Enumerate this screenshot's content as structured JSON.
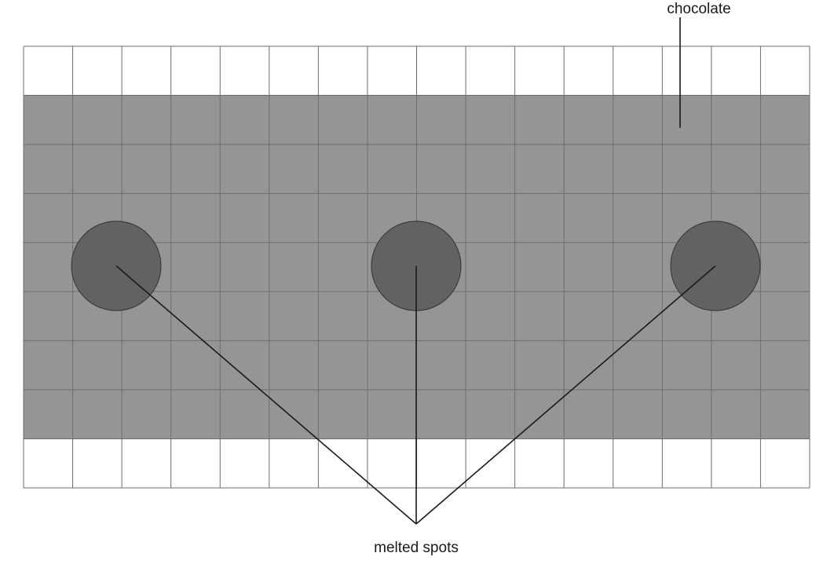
{
  "labels": {
    "chocolate": "chocolate",
    "melted_spots": "melted spots"
  },
  "grid": {
    "columns": 16,
    "rows": 9,
    "chocolate_rows": [
      1,
      7
    ]
  },
  "melted_spot_count": 3,
  "colors": {
    "background": "#ffffff",
    "chocolate": "#959595",
    "melted_spot": "#626262",
    "grid_line": "#6e6e6e",
    "leader_line": "#1a1a1a"
  }
}
